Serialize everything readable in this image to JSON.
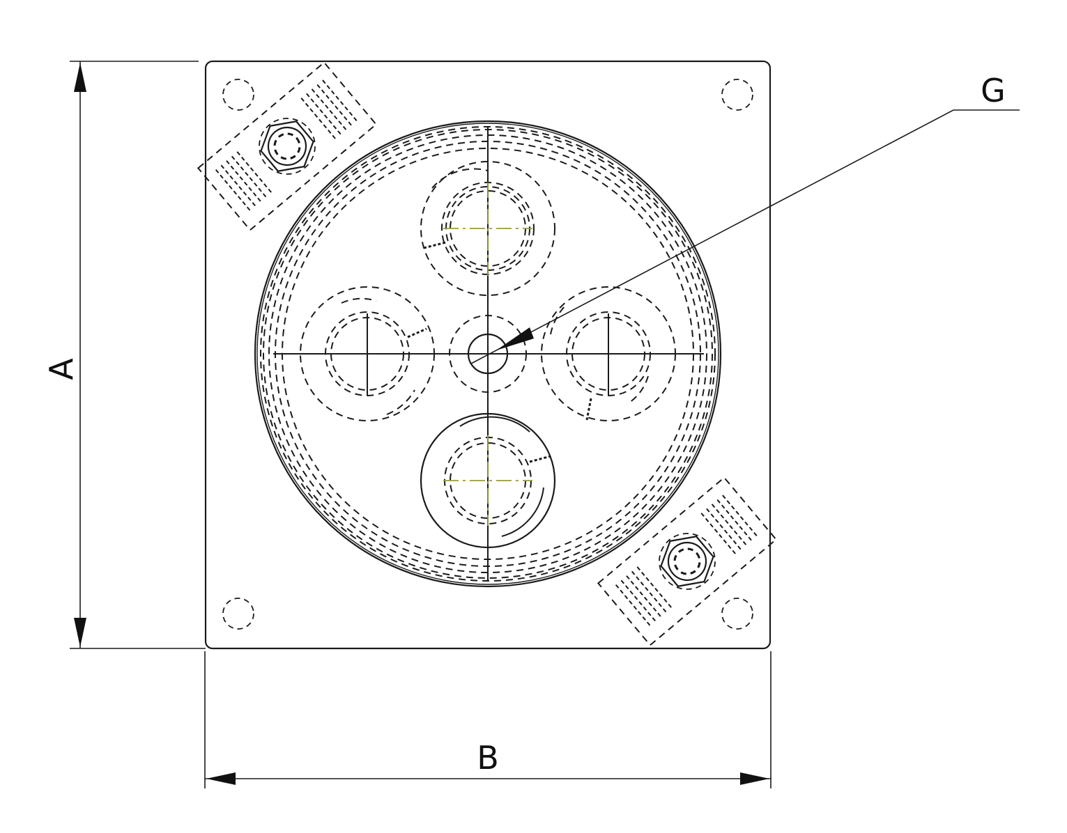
{
  "drawing": {
    "type": "technical-drawing",
    "view": "plan view of square mounting plate with circular manifold",
    "colors": {
      "line": "#1a1a1a",
      "centerline": "#9a9a3a",
      "background": "#ffffff"
    }
  },
  "dimensions": {
    "height_label": "A",
    "width_label": "B"
  },
  "callouts": {
    "center_port_label": "G"
  },
  "features": {
    "plate": "square plate with rounded corners",
    "corner_holes": 4,
    "ports": [
      "top",
      "left",
      "right",
      "bottom"
    ],
    "center_port": "G",
    "fittings": 2
  }
}
